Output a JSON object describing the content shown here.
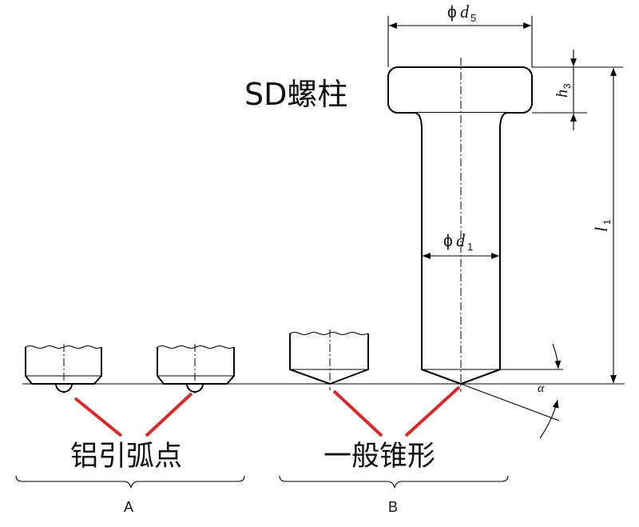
{
  "labels": {
    "title": "SD螺柱",
    "group_a": "铝引弧点",
    "group_b": "一般锥形",
    "brace_a": "A",
    "brace_b": "B"
  },
  "dimensions": {
    "d5_symbol": "ϕ",
    "d5_var": "d",
    "d5_sub": "5",
    "d1_symbol": "ϕ",
    "d1_var": "d",
    "d1_sub": "1",
    "h3_var": "h",
    "h3_sub": "3",
    "l1_var": "l",
    "l1_sub": "1",
    "alpha": "α"
  },
  "colors": {
    "pointer": "#d62b2b",
    "ink": "#000000"
  }
}
